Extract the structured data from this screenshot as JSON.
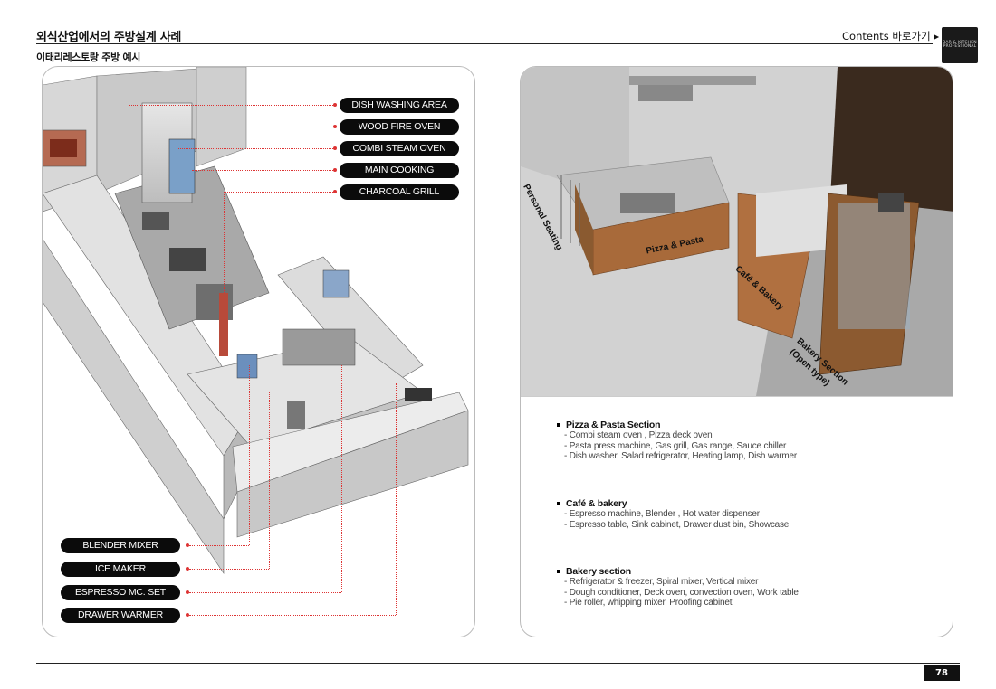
{
  "header": {
    "title": "외식산업에서의 주방설계 사례",
    "subtitle": "이태리레스토랑 주방 예시",
    "contents_link": "Contents 바로가기 ▸",
    "logo_text": "BAR & KITCHEN PROFESSIONAL"
  },
  "left_panel": {
    "top_labels": [
      "DISH WASHING AREA",
      "WOOD FIRE OVEN",
      "COMBI STEAM OVEN",
      "MAIN COOKING",
      "CHARCOAL GRILL"
    ],
    "bottom_labels": [
      "BLENDER MIXER",
      "ICE MAKER",
      "ESPRESSO MC. SET",
      "DRAWER WARMER"
    ]
  },
  "right_panel": {
    "zone_labels": {
      "personal_seating": "Personal Seating",
      "pizza_pasta": "Pizza & Pasta",
      "cafe_bakery": "Café & Bakery",
      "bakery_section": "Bakery Section",
      "bakery_section_sub": "(Open type)"
    },
    "sections": [
      {
        "title": "Pizza & Pasta Section",
        "lines": [
          "- Combi steam oven , Pizza deck oven",
          "- Pasta press machine, Gas grill, Gas range, Sauce chiller",
          "- Dish washer, Salad refrigerator, Heating lamp, Dish warmer"
        ]
      },
      {
        "title": "Café & bakery",
        "lines": [
          "- Espresso machine, Blender , Hot water dispenser",
          "- Espresso table, Sink cabinet, Drawer dust bin, Showcase"
        ]
      },
      {
        "title": "Bakery section",
        "lines": [
          "- Refrigerator & freezer, Spiral mixer, Vertical mixer",
          "- Dough conditioner, Deck oven, convection oven, Work table",
          "- Pie roller, whipping mixer, Proofing cabinet"
        ]
      }
    ]
  },
  "footer": {
    "page_number": "78"
  },
  "colors": {
    "accent_line": "#d33333",
    "badge_bg": "#0b0b0b"
  }
}
